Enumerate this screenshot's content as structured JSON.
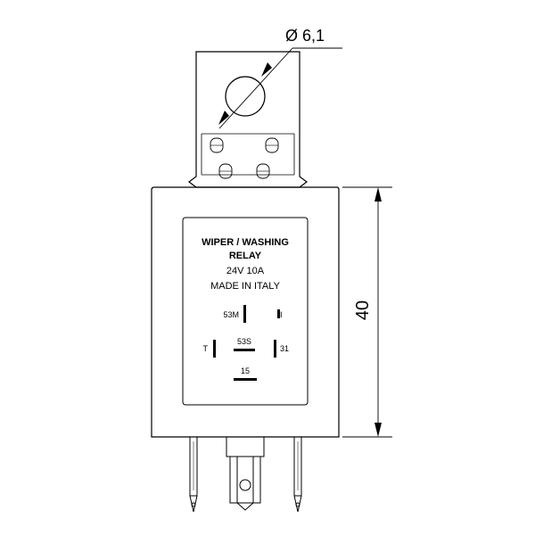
{
  "dimensions": {
    "hole_diameter": "Ø 6,1",
    "height": "40"
  },
  "label": {
    "line1": "WIPER / WASHING",
    "line2": "RELAY",
    "line3": "24V 10A",
    "line4": "MADE IN ITALY"
  },
  "pins": {
    "p53m": "53M",
    "pi": "I",
    "pt": "T",
    "p53s": "53S",
    "p31": "31",
    "p15": "15"
  }
}
